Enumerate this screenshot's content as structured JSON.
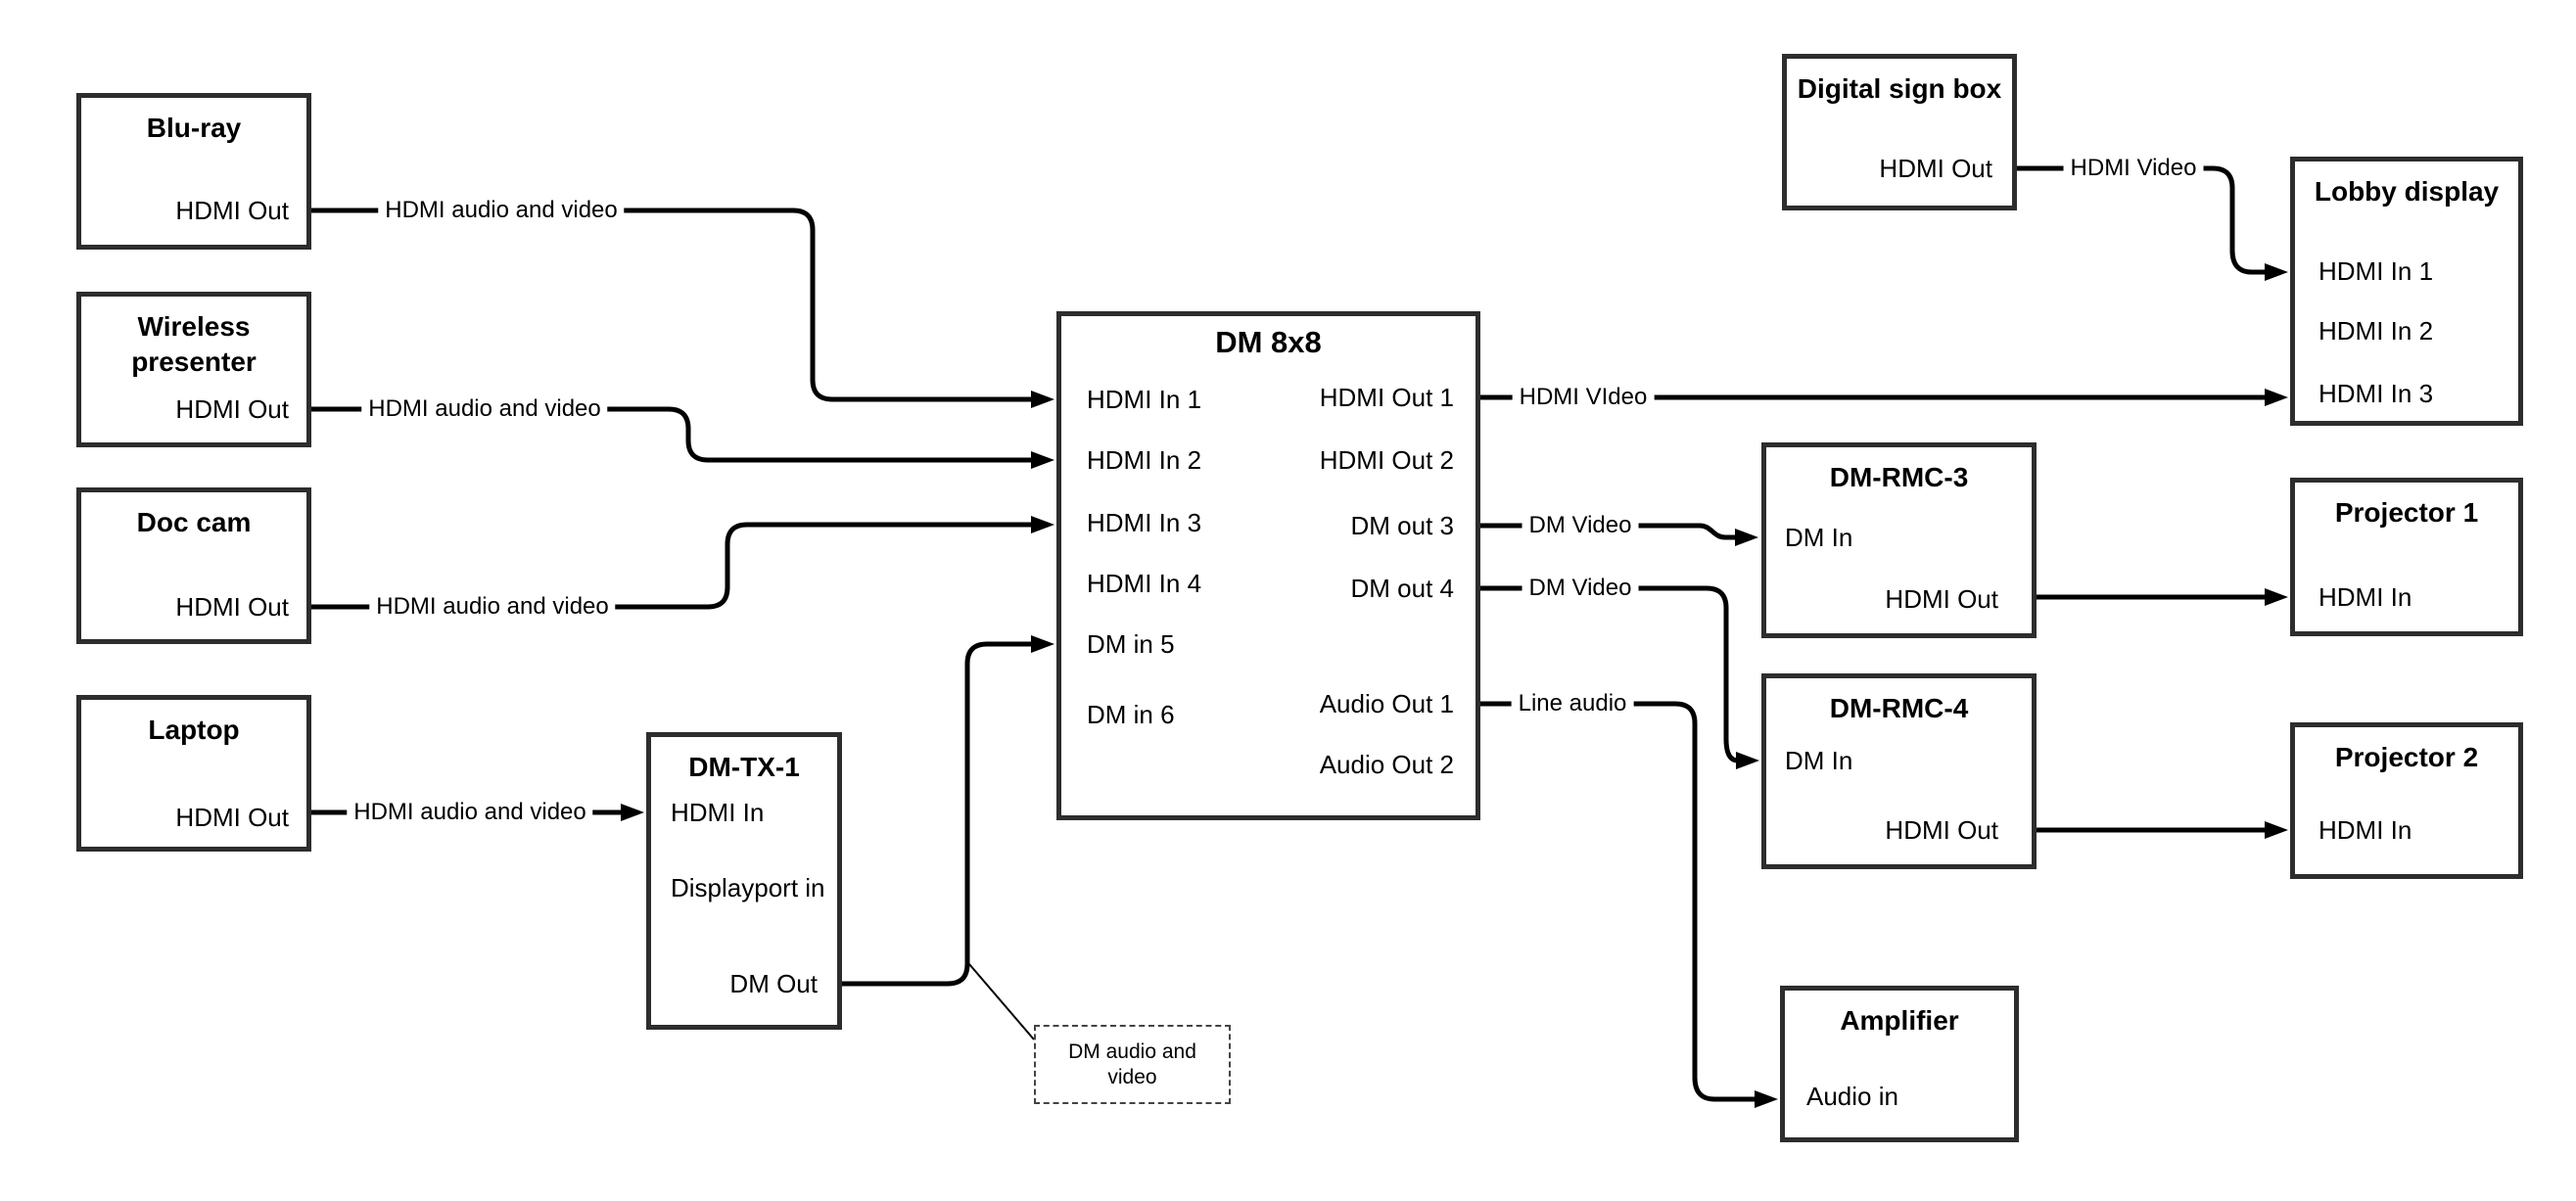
{
  "diagram": {
    "background_color": "#ffffff",
    "line_color": "#000000",
    "box_border_color": "#2d2d2d",
    "nodes": {
      "bluray": {
        "title": "Blu-ray",
        "ports": [
          "HDMI Out"
        ]
      },
      "wireless_presenter": {
        "title": "Wireless presenter",
        "ports": [
          "HDMI Out"
        ]
      },
      "doc_cam": {
        "title": "Doc cam",
        "ports": [
          "HDMI Out"
        ]
      },
      "laptop": {
        "title": "Laptop",
        "ports": [
          "HDMI Out"
        ]
      },
      "dm_tx_1": {
        "title": "DM-TX-1",
        "ports": [
          "HDMI In",
          "Displayport in",
          "DM Out"
        ]
      },
      "dm8x8": {
        "title": "DM 8x8",
        "inputs": [
          "HDMI In 1",
          "HDMI In 2",
          "HDMI In 3",
          "HDMI In 4",
          "DM in 5",
          "DM in 6"
        ],
        "outputs": [
          "HDMI Out 1",
          "HDMI Out 2",
          "DM out 3",
          "DM out 4",
          "Audio Out 1",
          "Audio Out 2"
        ]
      },
      "digital_sign_box": {
        "title": "Digital sign box",
        "ports": [
          "HDMI Out"
        ]
      },
      "lobby_display": {
        "title": "Lobby display",
        "ports": [
          "HDMI In 1",
          "HDMI In 2",
          "HDMI In 3"
        ]
      },
      "dm_rmc_3": {
        "title": "DM-RMC-3",
        "ports": [
          "DM In",
          "HDMI Out"
        ]
      },
      "projector_1": {
        "title": "Projector 1",
        "ports": [
          "HDMI In"
        ]
      },
      "dm_rmc_4": {
        "title": "DM-RMC-4",
        "ports": [
          "DM In",
          "HDMI Out"
        ]
      },
      "projector_2": {
        "title": "Projector 2",
        "ports": [
          "HDMI In"
        ]
      },
      "amplifier": {
        "title": "Amplifier",
        "ports": [
          "Audio in"
        ]
      }
    },
    "edges": [
      {
        "from": "Blu-ray HDMI Out",
        "to": "DM 8x8 HDMI In 1",
        "label": "HDMI audio and video"
      },
      {
        "from": "Wireless presenter HDMI Out",
        "to": "DM 8x8 HDMI In 2",
        "label": "HDMI audio and video"
      },
      {
        "from": "Doc cam HDMI Out",
        "to": "DM 8x8 HDMI In 3",
        "label": "HDMI audio and video"
      },
      {
        "from": "Laptop HDMI Out",
        "to": "DM-TX-1 HDMI In",
        "label": "HDMI audio and video"
      },
      {
        "from": "DM-TX-1 DM Out",
        "to": "DM 8x8 DM in 5",
        "label": ""
      },
      {
        "from": "DM 8x8 HDMI Out 1",
        "to": "Lobby display HDMI In 3",
        "label": "HDMI VIdeo"
      },
      {
        "from": "DM 8x8 DM out 3",
        "to": "DM-RMC-3 DM In",
        "label": "DM Video"
      },
      {
        "from": "DM 8x8 DM out 4",
        "to": "DM-RMC-4 DM In",
        "label": "DM Video"
      },
      {
        "from": "DM 8x8 Audio Out 1",
        "to": "Amplifier Audio in",
        "label": "Line audio"
      },
      {
        "from": "Digital sign box HDMI Out",
        "to": "Lobby display HDMI In 1",
        "label": "HDMI Video"
      },
      {
        "from": "DM-RMC-3 HDMI Out",
        "to": "Projector 1 HDMI In",
        "label": ""
      },
      {
        "from": "DM-RMC-4 HDMI Out",
        "to": "Projector 2 HDMI In",
        "label": ""
      }
    ],
    "callout": {
      "text": "DM audio and video"
    }
  }
}
